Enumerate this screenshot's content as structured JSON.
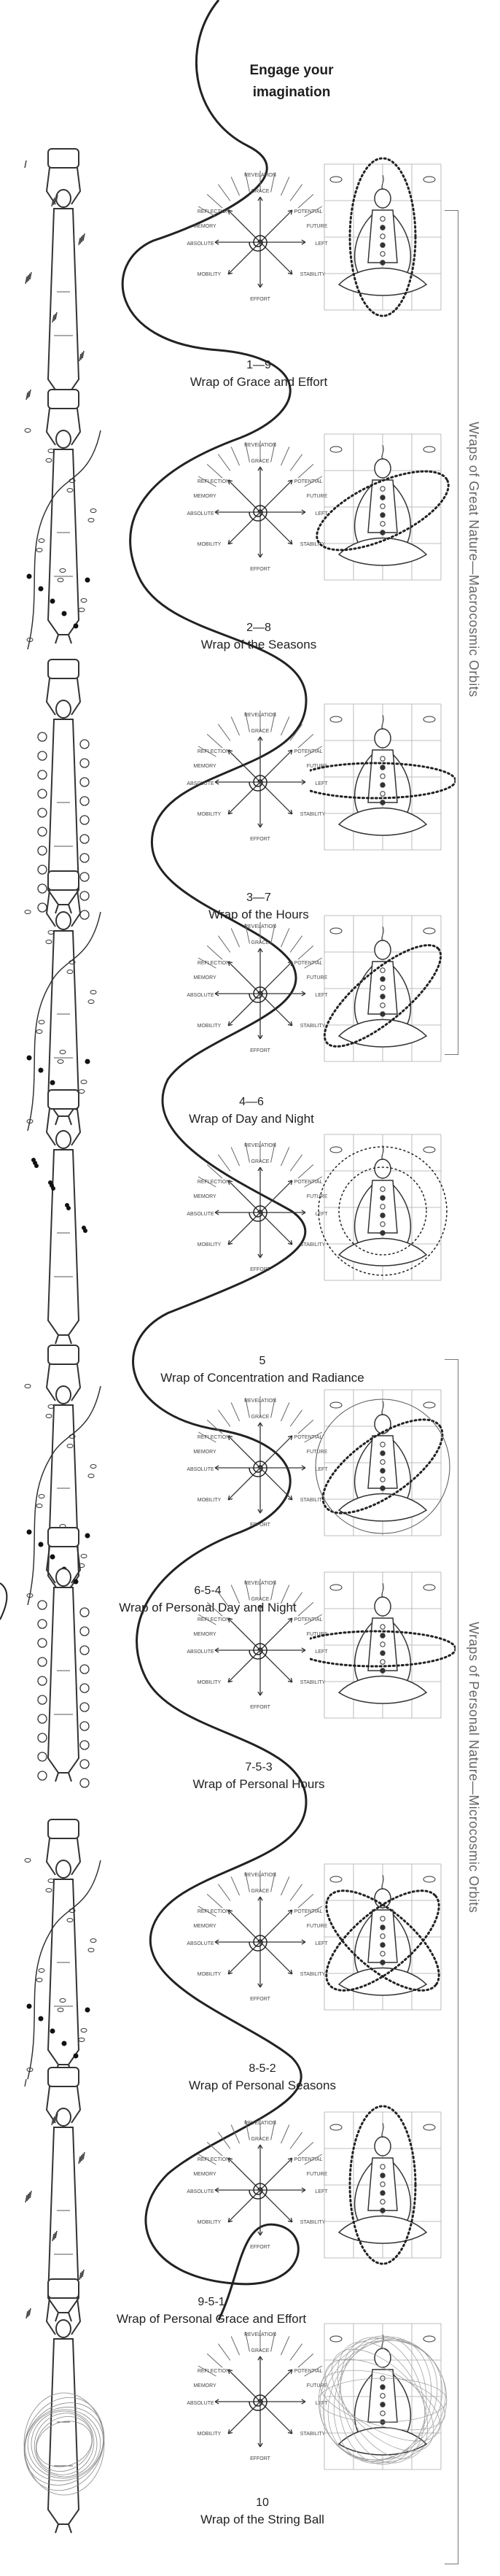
{
  "title": {
    "line1": "Engage your",
    "line2": "imagination"
  },
  "groups": {
    "macro_label": "Wraps of Great Nature—Macrocosmic Orbits",
    "micro_label": "Wraps of Personal Nature—Microcosmic Orbits"
  },
  "wheel_words": {
    "top": "REVELATION",
    "grace": "GRACE",
    "left1": "REFLECTION",
    "right1": "POTENTIAL",
    "left2": "MEMORY",
    "right2": "FUTURE",
    "left3": "ABSOLUTE",
    "right3": "LEFT",
    "left4": "MOBILITY",
    "right4": "STABILITY",
    "bottom": "EFFORT"
  },
  "wraps": [
    {
      "num": "1—9",
      "name": "Wrap of Grace and Effort"
    },
    {
      "num": "2—8",
      "name": "Wrap of the Seasons"
    },
    {
      "num": "3—7",
      "name": "Wrap of the Hours"
    },
    {
      "num": "4—6",
      "name": "Wrap of Day and Night"
    },
    {
      "num": "5",
      "name": "Wrap of Concentration and Radiance"
    },
    {
      "num": "6-5-4",
      "name": "Wrap of Personal Day and Night"
    },
    {
      "num": "7-5-3",
      "name": "Wrap of Personal Hours"
    },
    {
      "num": "8-5-2",
      "name": "Wrap of Personal Seasons"
    },
    {
      "num": "9-5-1",
      "name": "Wrap of Personal Grace and Effort"
    },
    {
      "num": "10",
      "name": "Wrap of the String Ball"
    }
  ]
}
